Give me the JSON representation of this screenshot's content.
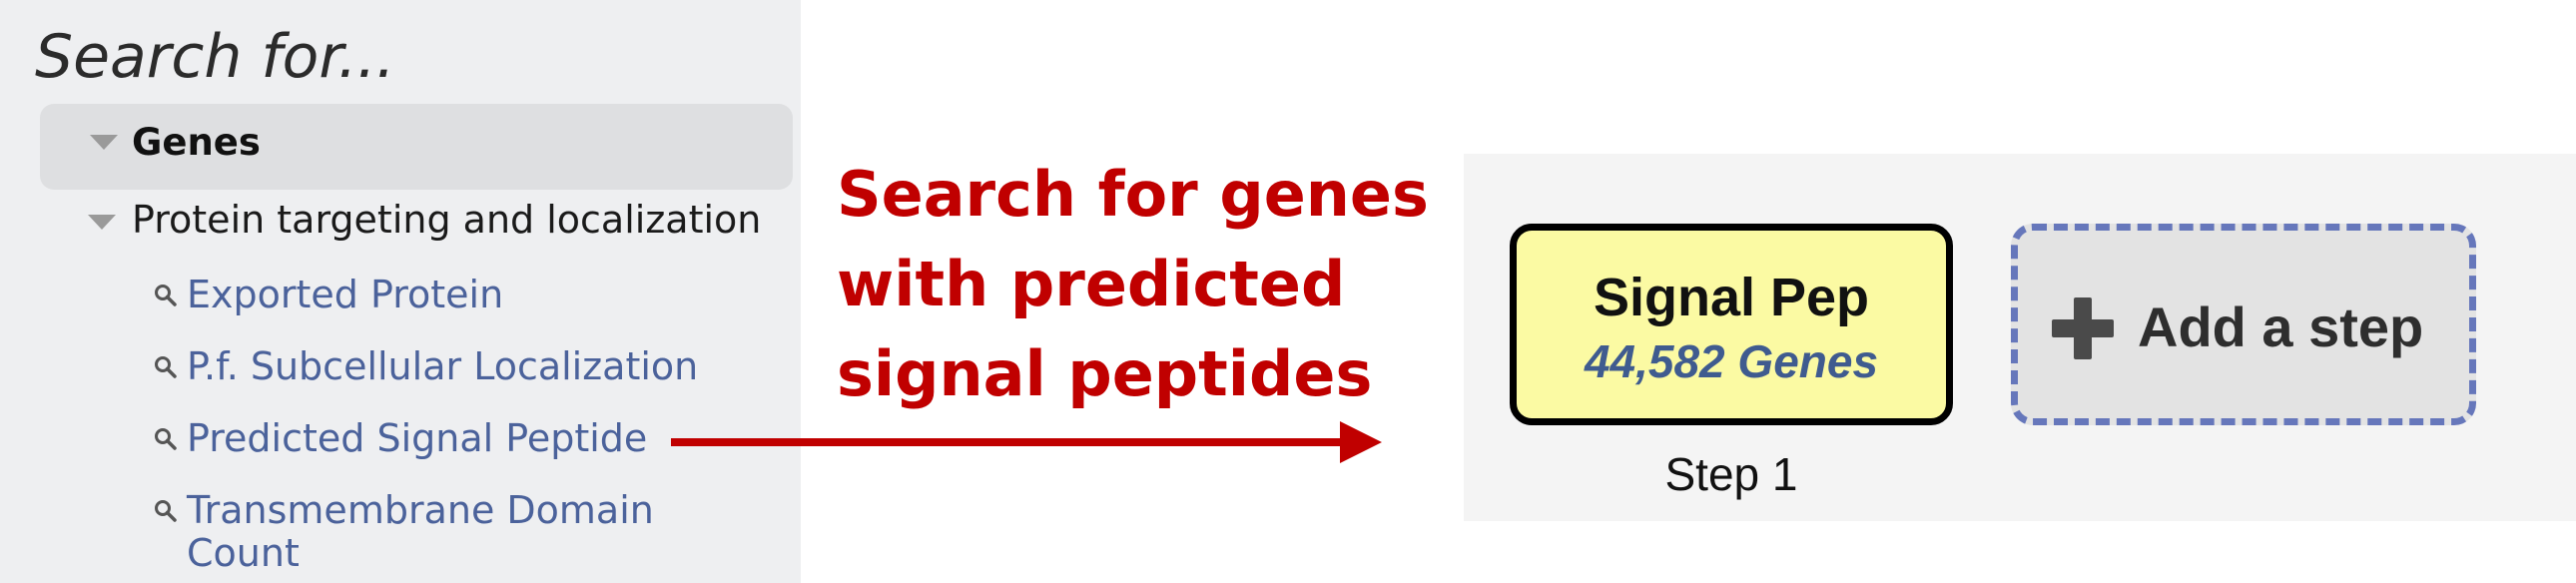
{
  "search_panel": {
    "title": "Search for...",
    "record_type": "Genes",
    "category": "Protein targeting and localization",
    "searches": [
      {
        "label": "Exported Protein"
      },
      {
        "label": "P.f. Subcellular Localization"
      },
      {
        "label": "Predicted Signal Peptide"
      },
      {
        "label": "Transmembrane Domain Count"
      }
    ]
  },
  "annotation": {
    "lines": [
      "Search for genes",
      "with predicted",
      "signal peptides"
    ],
    "color": "#c00000"
  },
  "strategy": {
    "step": {
      "name": "Signal Pep",
      "count": "44,582 Genes",
      "number_label": "Step 1"
    },
    "add_step_label": "Add a step"
  },
  "colors": {
    "step_fill": "#fbfaa3",
    "link": "#4b629b",
    "add_step_border": "#6677bb"
  }
}
